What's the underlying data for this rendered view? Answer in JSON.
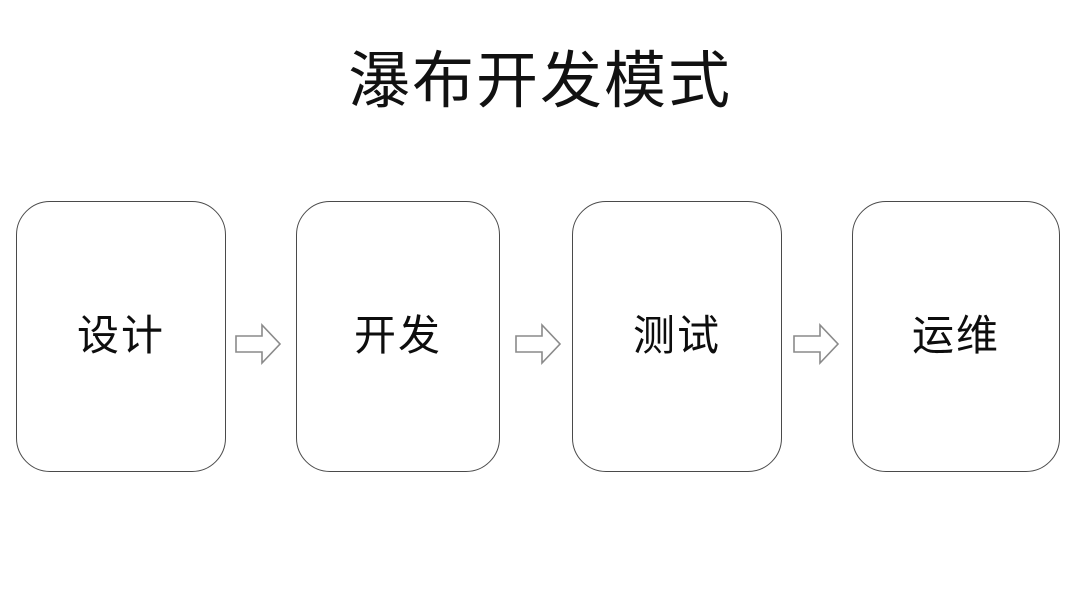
{
  "slide": {
    "title": "瀑布开发模式",
    "background_color": "#ffffff",
    "text_color": "#0d0d0d",
    "box_border_color": "#4a4a4a",
    "arrow_color": "#8a8a8a"
  },
  "diagram": {
    "type": "flow",
    "direction": "left-to-right",
    "stages": [
      {
        "label": "设计"
      },
      {
        "label": "开发"
      },
      {
        "label": "测试"
      },
      {
        "label": "运维"
      }
    ],
    "connectors": [
      {
        "icon": "right-arrow-icon"
      },
      {
        "icon": "right-arrow-icon"
      },
      {
        "icon": "right-arrow-icon"
      }
    ]
  }
}
